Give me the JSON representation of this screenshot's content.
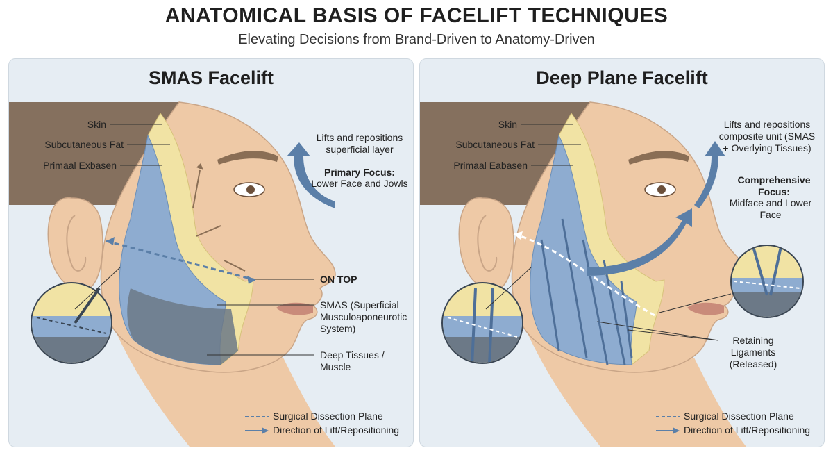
{
  "header": {
    "title": "ANATOMICAL BASIS OF FACELIFT TECHNIQUES",
    "subtitle": "Elevating Decisions from Brand-Driven to Anatomy-Driven"
  },
  "colors": {
    "skin": "#eec9a6",
    "hair": "#85705e",
    "fat": "#f1e3a4",
    "smas": "#8eacd0",
    "muscle": "#6c7987",
    "arrow": "#5b7fa8",
    "panel_bg": "#e6edf3"
  },
  "panels": {
    "smas": {
      "title": "SMAS Facelift",
      "layers": [
        "Skin",
        "Subcutaneous Fat",
        "Primaal Exbasen"
      ],
      "note": "Lifts and repositions superficial layer",
      "focus_label": "Primary Focus:",
      "focus_text": "Lower Face and Jowls",
      "on_top": "ON TOP",
      "smas_label": "SMAS (Superficial Musculoaponeurotic System)",
      "deep_label": "Deep Tissues / Muscle",
      "legend_dashed": "Surgical Dissection Plane",
      "legend_arrow": "Direction of Lift/Repositioning"
    },
    "deep": {
      "title": "Deep Plane Facelift",
      "layers": [
        "Skin",
        "Subcutaneous Fat",
        "Primaal Eabasen"
      ],
      "note": "Lifts and repositions composite unit (SMAS + Overlying Tissues)",
      "focus_label": "Comprehensive Focus:",
      "focus_text": "Midface and Lower Face",
      "ligaments_label": "Retaining Ligaments (Released)",
      "legend_dashed": "Surgical Dissection Plane",
      "legend_arrow": "Direction of Lift/Repositioning"
    }
  }
}
